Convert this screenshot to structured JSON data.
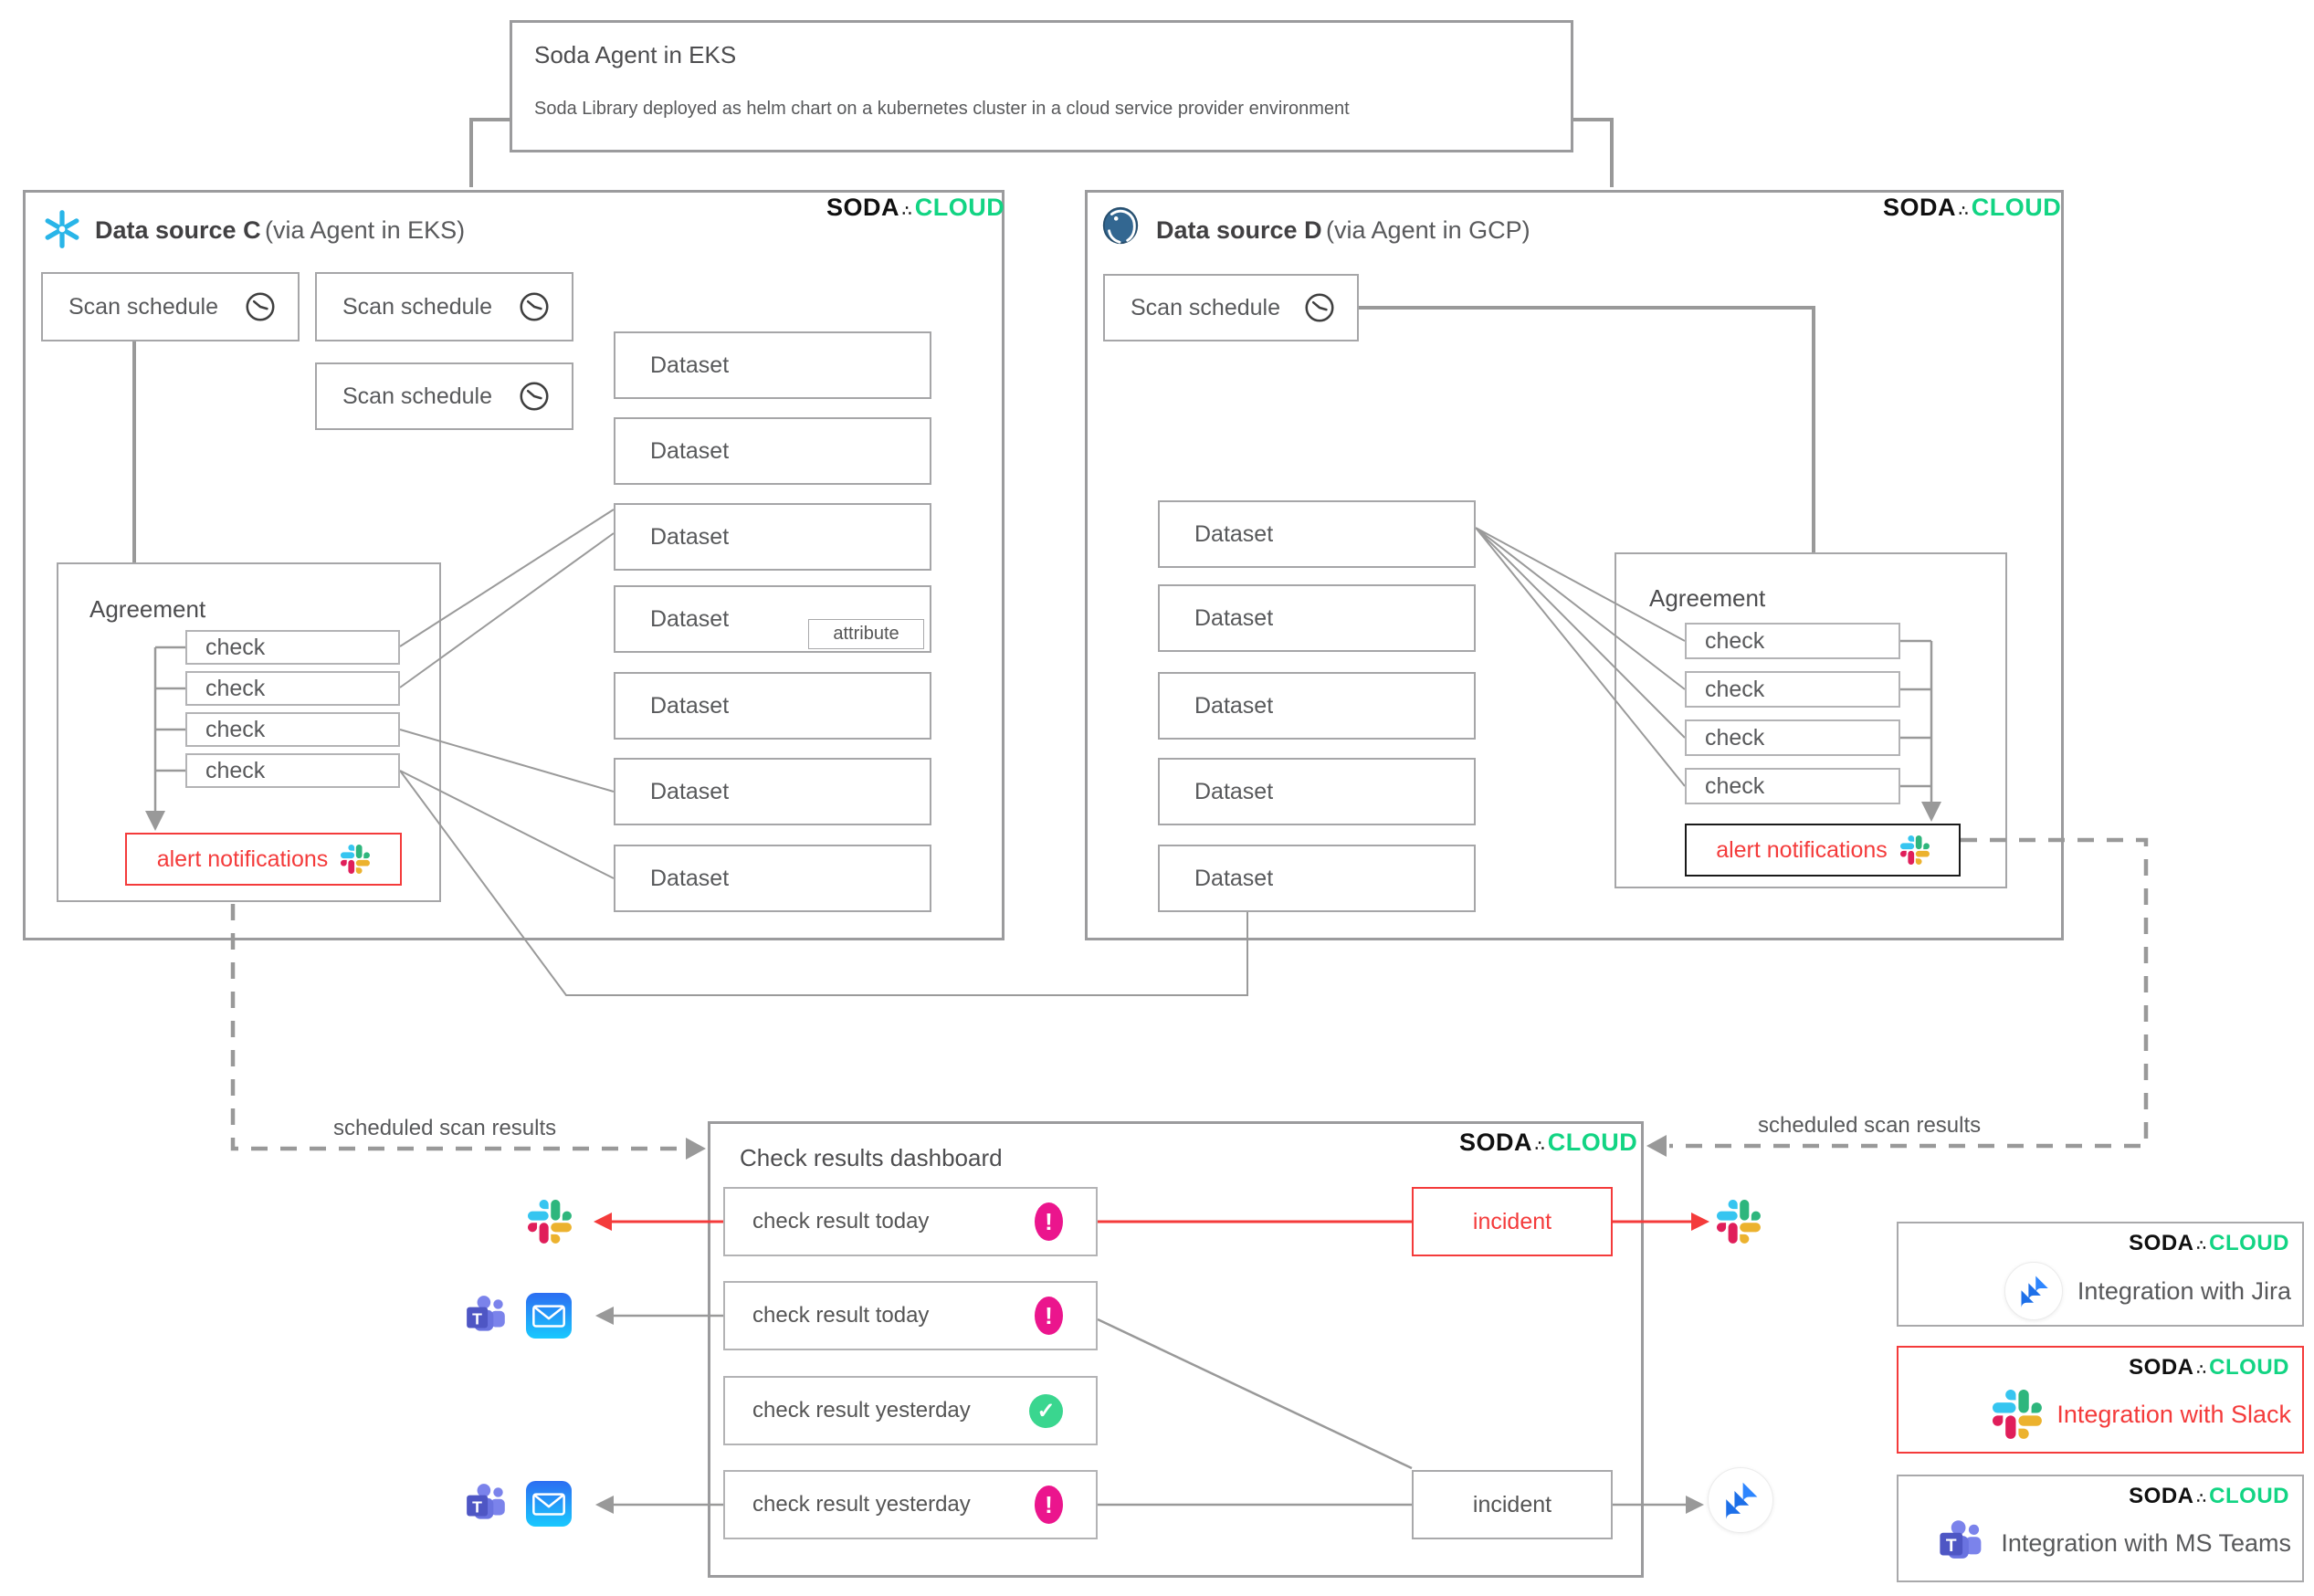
{
  "agent": {
    "title": "Soda Agent in EKS",
    "subtitle": "Soda Library deployed as helm chart on a kubernetes cluster in a cloud service provider environment"
  },
  "brand": {
    "soda": "SODA",
    "mark": "∴",
    "cloud": "CLOUD"
  },
  "source_c": {
    "header_bold": "Data source C",
    "header_rest": "(via Agent in EKS)",
    "scan_schedules": [
      "Scan schedule",
      "Scan schedule",
      "Scan schedule"
    ],
    "datasets": [
      "Dataset",
      "Dataset",
      "Dataset",
      "Dataset",
      "Dataset",
      "Dataset",
      "Dataset"
    ],
    "attribute_label": "attribute",
    "agreement": {
      "label": "Agreement",
      "checks": [
        "check",
        "check",
        "check",
        "check"
      ],
      "alert": "alert notifications"
    }
  },
  "source_d": {
    "header_bold": "Data source D",
    "header_rest": "(via Agent in GCP)",
    "scan_schedules": [
      "Scan schedule"
    ],
    "datasets": [
      "Dataset",
      "Dataset",
      "Dataset",
      "Dataset",
      "Dataset"
    ],
    "agreement": {
      "label": "Agreement",
      "checks": [
        "check",
        "check",
        "check",
        "check"
      ],
      "alert": "alert notifications"
    }
  },
  "dashboard": {
    "title": "Check results dashboard",
    "rows": [
      {
        "label": "check result today",
        "status": "fail",
        "glyph": "!"
      },
      {
        "label": "check result today",
        "status": "fail",
        "glyph": "!"
      },
      {
        "label": "check result yesterday",
        "status": "pass",
        "glyph": "✓"
      },
      {
        "label": "check result yesterday",
        "status": "fail",
        "glyph": "!"
      }
    ],
    "incident_alert": "incident",
    "incident_normal": "incident"
  },
  "flow_labels": {
    "left": "scheduled scan results",
    "right": "scheduled scan results"
  },
  "integrations": {
    "jira": "Integration with Jira",
    "slack": "Integration with Slack",
    "teams": "Integration with MS Teams"
  },
  "icons": {
    "scan_schedule": "clock-icon",
    "source_c": "snowflake-icon",
    "source_d": "postgresql-icon",
    "alert_channel": "slack-icon",
    "fail": "exclamation-badge-icon",
    "pass": "check-badge-icon",
    "notify_mail": "mail-icon",
    "notify_teams": "ms-teams-icon",
    "notify_slack": "slack-icon",
    "incident_tracker": "jira-icon"
  },
  "colors": {
    "brand_green": "#12d483",
    "alert_red": "#f43b3b",
    "fail_magenta": "#eb158d",
    "pass_green": "#3ad68f",
    "snowflake_blue": "#29b5e8",
    "postgres_blue": "#336791",
    "jira_blue": "#2684ff",
    "teams_purple": "#4e56c4",
    "wire_gray": "#999999",
    "slack_blue": "#36c5f0",
    "slack_green": "#2eb67d",
    "slack_yellow": "#ecb22e",
    "slack_pink": "#e01e5a"
  }
}
